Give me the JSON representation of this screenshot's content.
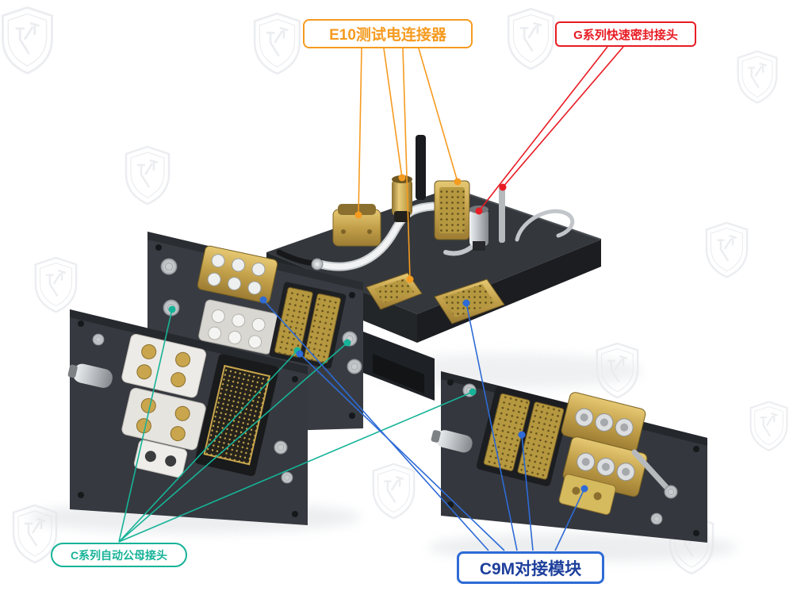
{
  "callouts": {
    "e10": {
      "label": "E10测试电连接器",
      "color": "#f59b20",
      "text_color": "#f59b20"
    },
    "g_series": {
      "label": "G系列快速密封接头",
      "color": "#e81c24",
      "text_color": "#e81c24"
    },
    "c_series": {
      "label": "C系列自动公母接头",
      "color": "#17b398",
      "text_color": "#17b398"
    },
    "c9m": {
      "label": "C9M对接模块",
      "color": "#2e6bd6",
      "text_color": "#1d3f9b"
    }
  }
}
